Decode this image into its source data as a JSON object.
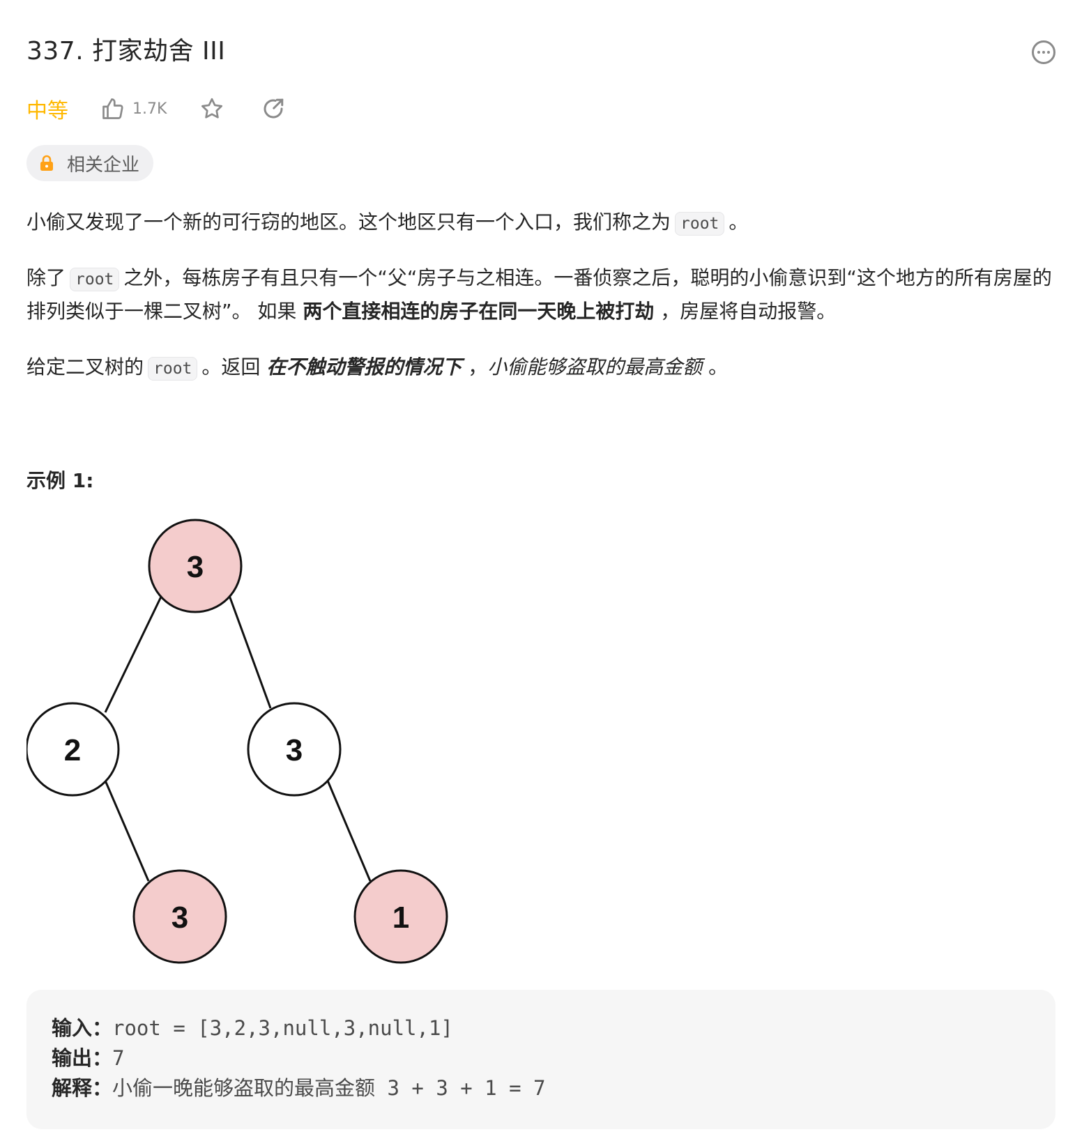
{
  "header": {
    "title": "337. 打家劫舍 III",
    "more_icon": "ellipsis-circle-icon"
  },
  "meta": {
    "difficulty": "中等",
    "difficulty_color": "#ffb800",
    "like_icon": "thumbs-up-icon",
    "like_count": "1.7K",
    "star_icon": "star-icon",
    "share_icon": "share-icon"
  },
  "tag": {
    "icon": "lock-icon",
    "label": "相关企业",
    "icon_color": "#ffa116"
  },
  "description": {
    "p1": {
      "before": "小偷又发现了一个新的可行窃的地区。这个地区只有一个入口，我们称之为",
      "code": "root",
      "after": "。"
    },
    "p2": {
      "before": "除了",
      "code": "root",
      "middle": "之外，每栋房子有且只有一个“父“房子与之相连。一番侦察之后，聪明的小偷意识到“这个地方的所有房屋的排列类似于一棵二叉树”。 如果 ",
      "bold": "两个直接相连的房子在同一天晚上被打劫",
      "after": " ，房屋将自动报警。"
    },
    "p3": {
      "before": "给定二叉树的",
      "code": "root",
      "middle": "。返回 ",
      "bold_italic": "在不触动警报的情况下",
      "comma": " ，",
      "italic": "小偷能够盗取的最高金额",
      "after": " 。"
    }
  },
  "example": {
    "title": "示例 1:",
    "tree": {
      "nodes": [
        {
          "id": "root",
          "value": "3",
          "highlighted": true
        },
        {
          "id": "left",
          "value": "2",
          "highlighted": false
        },
        {
          "id": "right",
          "value": "3",
          "highlighted": false
        },
        {
          "id": "left-right",
          "value": "3",
          "highlighted": true
        },
        {
          "id": "right-right",
          "value": "1",
          "highlighted": true
        }
      ],
      "highlight_color": "#f4cccc"
    },
    "input_label": "输入：",
    "input_value": "root = [3,2,3,null,3,null,1]",
    "output_label": "输出：",
    "output_value": "7",
    "explain_label": "解释：",
    "explain_text": "小偷一晚能够盗取的最高金额",
    "explain_math": " 3 + 3 + 1 = 7"
  }
}
